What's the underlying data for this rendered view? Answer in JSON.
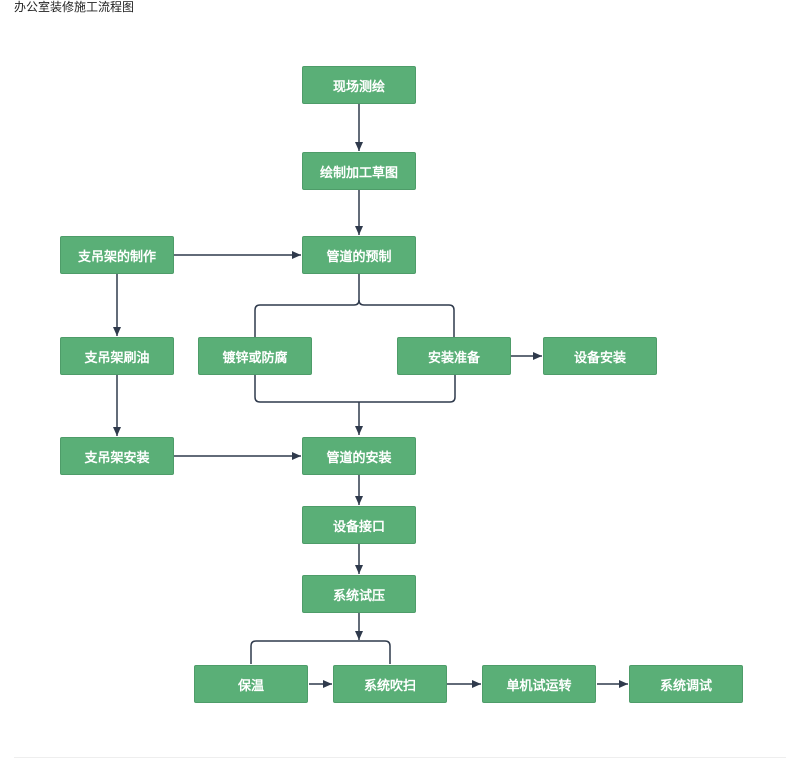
{
  "title": "办公室装修施工流程图",
  "colors": {
    "node_fill": "#5aaf77",
    "node_border": "#4e9c69",
    "node_text": "#ffffff",
    "connector": "#2f3a4c"
  },
  "nodes": {
    "survey": "现场测绘",
    "draft": "绘制加工草图",
    "support_make": "支吊架的制作",
    "pipe_prefab": "管道的预制",
    "support_paint": "支吊架刷油",
    "galvanize": "镀锌或防腐",
    "install_prep": "安装准备",
    "equip_install": "设备安装",
    "support_install": "支吊架安装",
    "pipe_install": "管道的安装",
    "equip_connect": "设备接口",
    "pressure_test": "系统试压",
    "insulation": "保温",
    "purge": "系统吹扫",
    "single_run": "单机试运转",
    "sys_debug": "系统调试"
  }
}
